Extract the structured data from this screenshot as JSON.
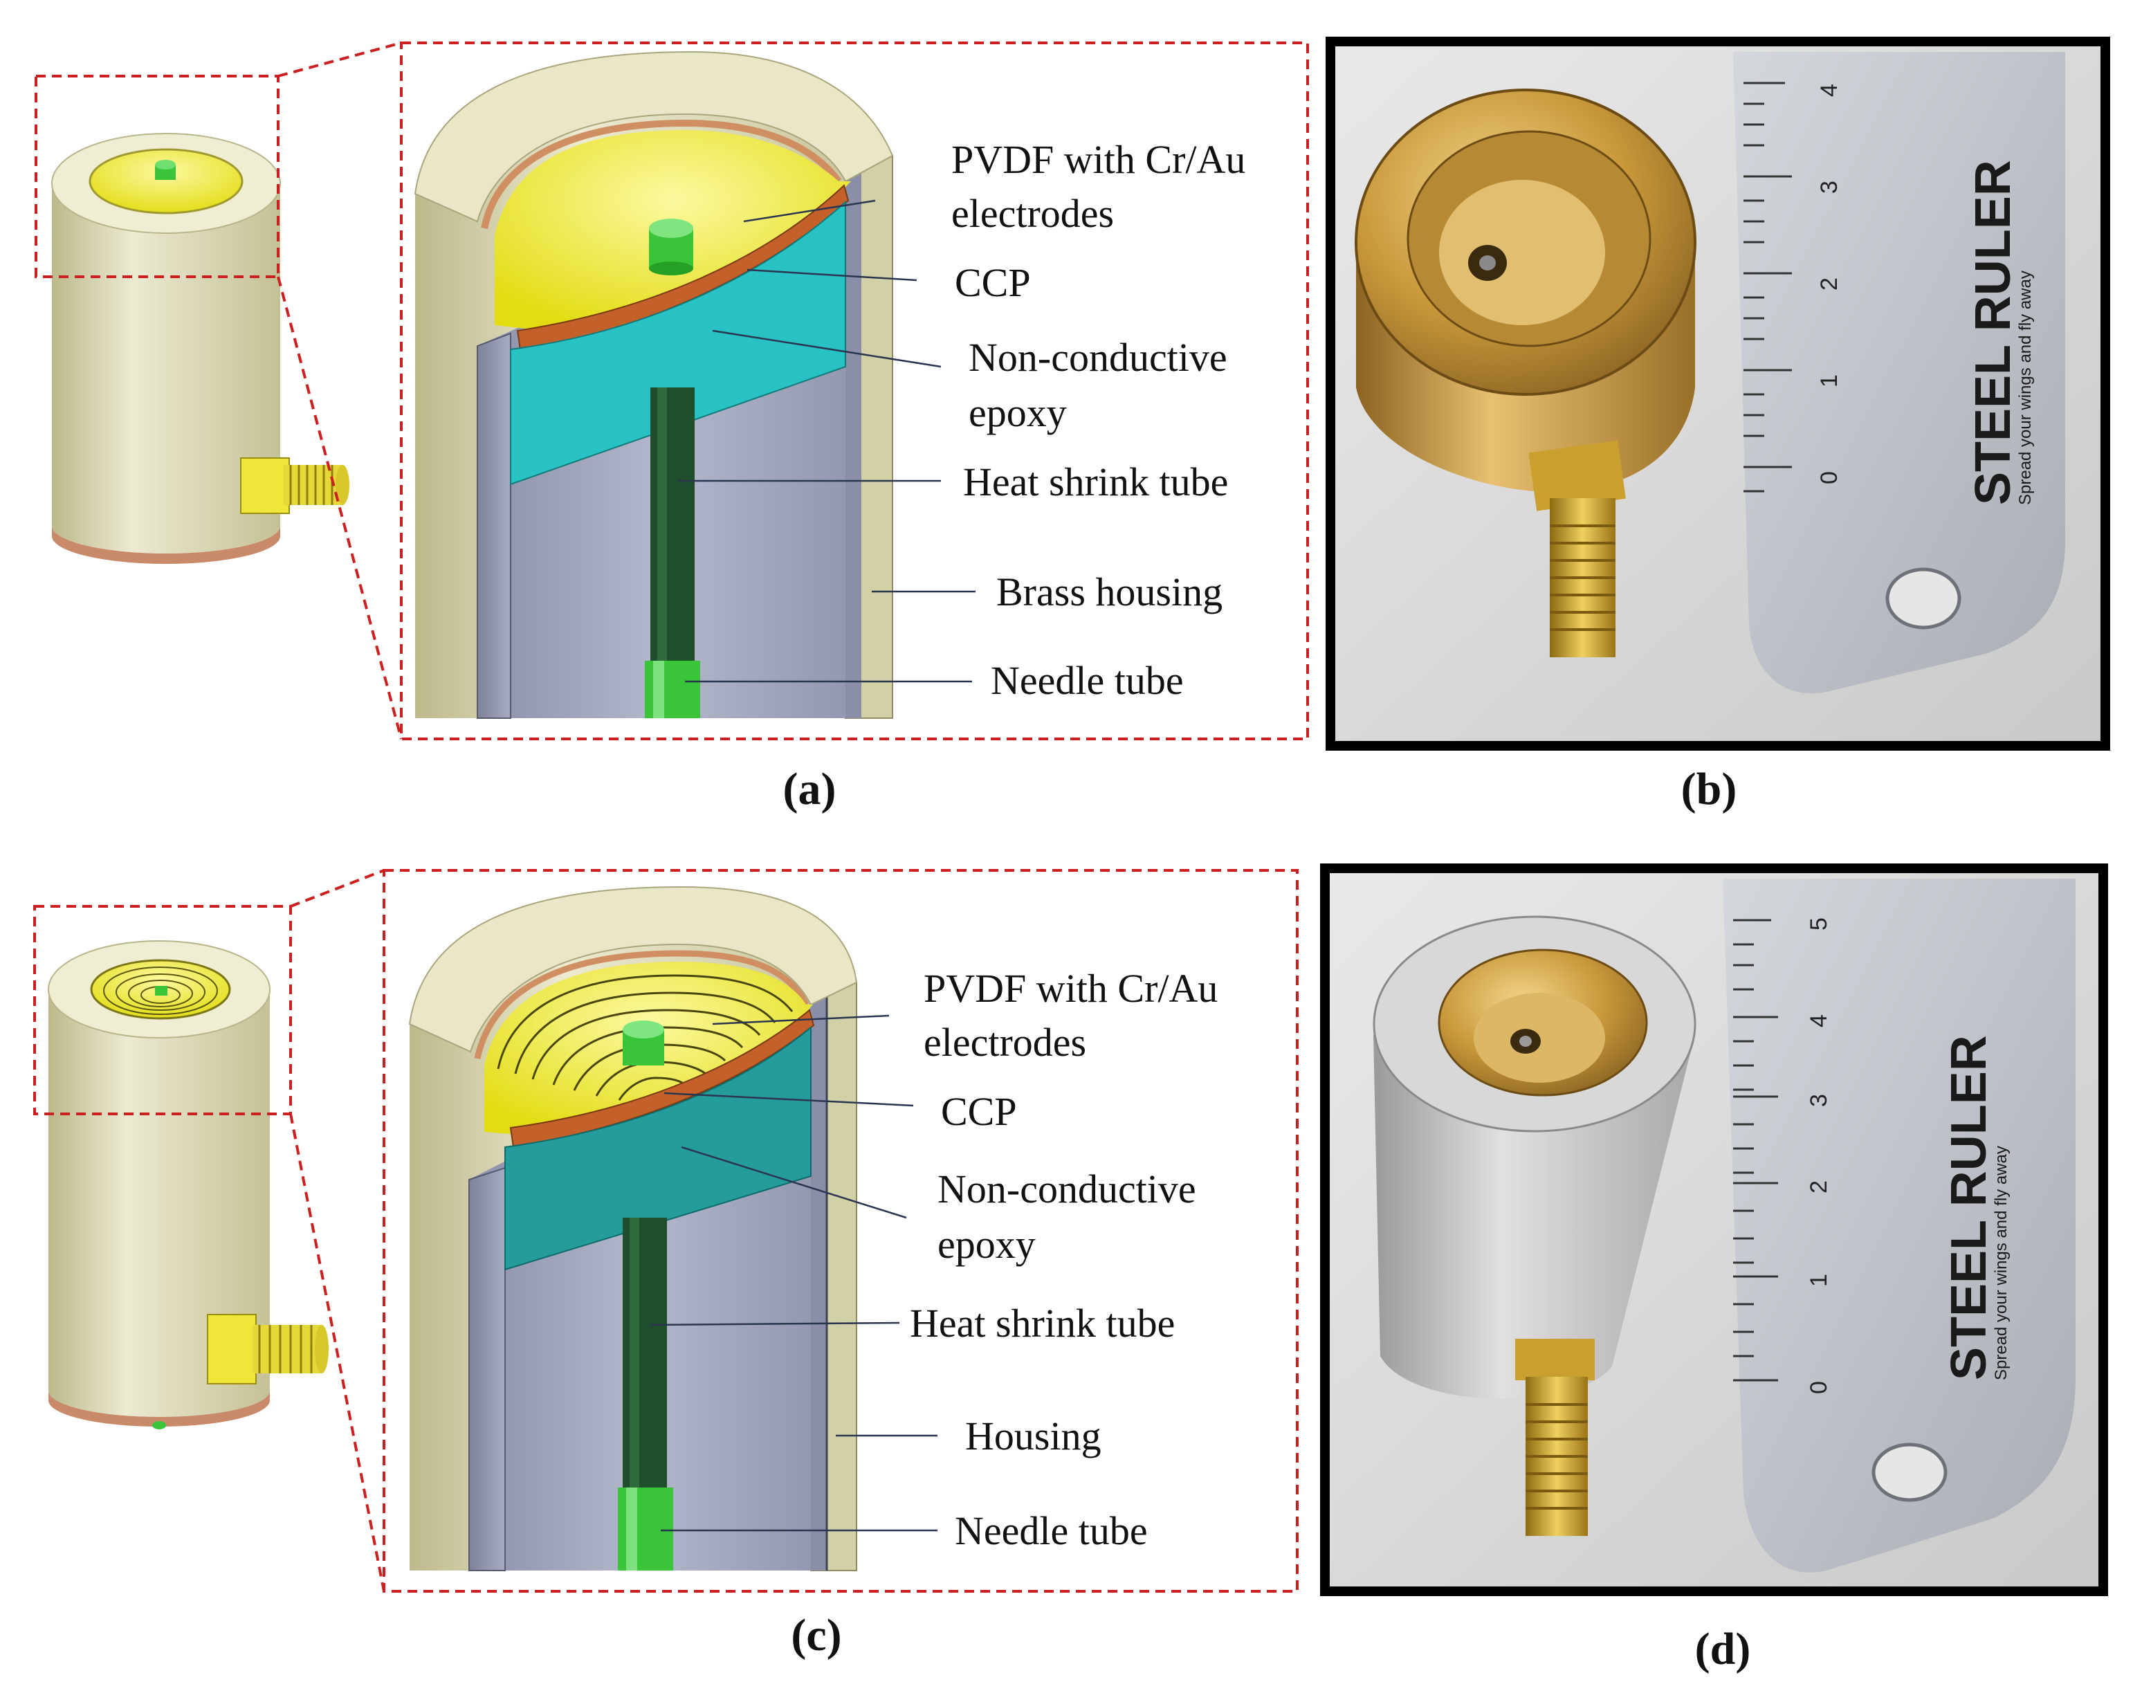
{
  "colors": {
    "housing": "#e6e4bd",
    "housing_cut": "#c9c79a",
    "inner": "#a6aac0",
    "membrane": "#f2ee2a",
    "ccp": "#c9622a",
    "epoxy": "#2ac4c6",
    "epoxy_c": "#249c9c",
    "shrink_tube": "#1d4d2a",
    "needle": "#3cc43c",
    "callout": "#cc1f1f",
    "brass": "#c89a3a",
    "aluminum": "#c8c8c8",
    "ruler": "#bfc3c9"
  },
  "panels": {
    "a": {
      "caption": "(a)",
      "labels": {
        "pvdf_line1": "PVDF with Cr/Au",
        "pvdf_line2": "electrodes",
        "ccp": "CCP",
        "epoxy_line1": "Non-conductive",
        "epoxy_line2": "epoxy",
        "shrink": "Heat shrink tube",
        "housing": "Brass housing",
        "needle": "Needle tube"
      }
    },
    "b": {
      "caption": "(b)",
      "ruler": {
        "title": "STEEL RULER",
        "slogan": "Spread your wings and fly away",
        "numbers": [
          "0",
          "1",
          "2",
          "3",
          "4"
        ]
      }
    },
    "c": {
      "caption": "(c)",
      "labels": {
        "pvdf_line1": "PVDF with Cr/Au",
        "pvdf_line2": "electrodes",
        "ccp": "CCP",
        "epoxy_line1": "Non-conductive",
        "epoxy_line2": "epoxy",
        "shrink": "Heat shrink tube",
        "housing": "Housing",
        "needle": "Needle tube"
      }
    },
    "d": {
      "caption": "(d)",
      "ruler": {
        "title": "STEEL RULER",
        "slogan": "Spread your wings and fly away",
        "numbers": [
          "0",
          "1",
          "2",
          "3",
          "4",
          "5"
        ]
      }
    }
  }
}
